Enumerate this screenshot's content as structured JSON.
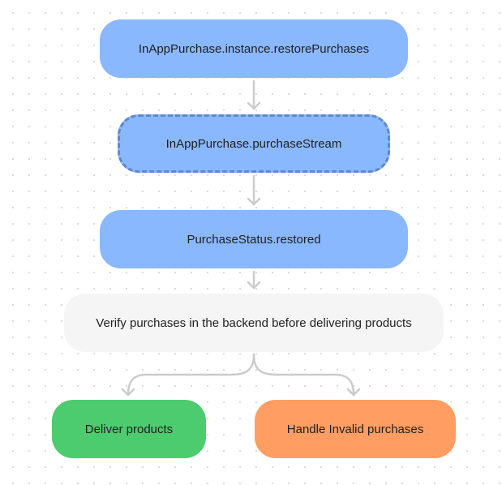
{
  "nodes": {
    "restore_purchases": "InAppPurchase.instance.restorePurchases",
    "purchase_stream": "InAppPurchase.purchaseStream",
    "status_restored": "PurchaseStatus.restored",
    "verify": "Verify purchases in the backend before delivering products",
    "deliver": "Deliver products",
    "handle_invalid": "Handle Invalid purchases"
  },
  "colors": {
    "process_node": "#8ab8ff",
    "dashed_border": "#5e88c9",
    "decision_node": "#f5f5f5",
    "success_node": "#4ccc6e",
    "failure_node": "#ff9d62",
    "connector": "#cccccc"
  }
}
